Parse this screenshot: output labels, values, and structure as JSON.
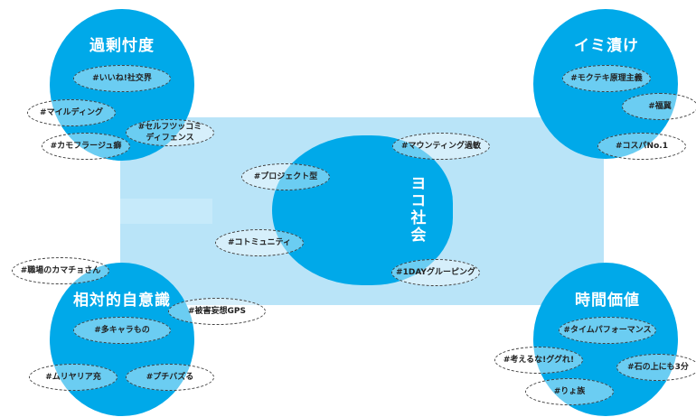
{
  "center": {
    "title": "ヨコ社会",
    "tags": [
      "#プロジェクト型",
      "#マウンティング過敏",
      "#コトミュニティ",
      "#1DAYグルーピング"
    ]
  },
  "top_left": {
    "title": "過剰忖度",
    "tags": [
      "#いいね!社交界",
      "#マイルディング",
      "#セルフツッコミ\nディフェンス",
      "#カモフラージュ癖"
    ]
  },
  "top_right": {
    "title": "イミ漬け",
    "tags": [
      "#モクテキ原理主義",
      "#福冀",
      "#コスパNo.1"
    ]
  },
  "bottom_left": {
    "title": "相対的自意識",
    "tags": [
      "#職場のカマチョさん",
      "#被害妄想GPS",
      "#多キャラもの",
      "#ムリヤリア充",
      "#プチバズる"
    ]
  },
  "bottom_right": {
    "title": "時間価値",
    "tags": [
      "#タイムパフォーマンス",
      "#考えるな!ググれ!",
      "#石の上にも3分",
      "#りょ族"
    ]
  },
  "colors": {
    "circle": "#00a9e9",
    "band": "#b9e4f8"
  }
}
